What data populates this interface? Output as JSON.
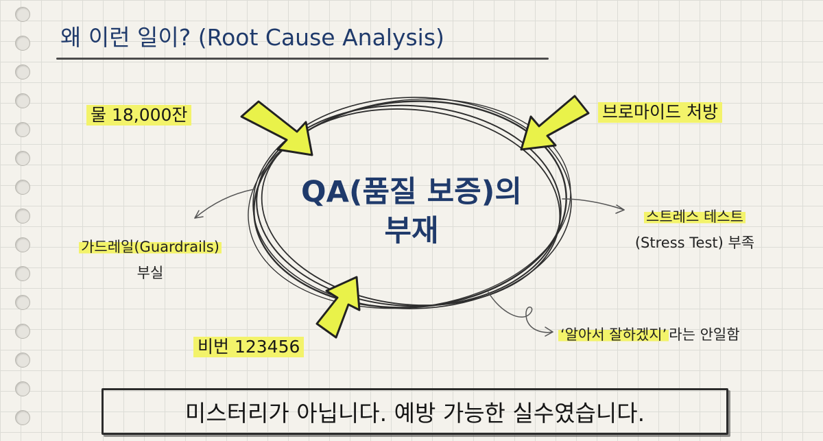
{
  "title": "왜 이런 일이? (Root Cause Analysis)",
  "center": {
    "line1": "QA(품질 보증)의",
    "line2": "부재"
  },
  "causes": {
    "top_left": "물 18,000잔",
    "top_right": "브로마이드 처방",
    "bottom": "비번 123456"
  },
  "side_notes": {
    "left_line1": "가드레일(Guardrails)",
    "left_line2": "부실",
    "right_line1": "스트레스 테스트",
    "right_line2": "(Stress Test) 부족",
    "bottom_right_highlight": "‘알아서 잘하겠지’",
    "bottom_right_rest": "라는 안일함"
  },
  "conclusion": "미스터리가 아닙니다. 예방 가능한 실수였습니다.",
  "colors": {
    "ink_blue": "#1f3a6b",
    "highlight": "#f3f36a",
    "arrow_fill": "#e9f24a"
  }
}
